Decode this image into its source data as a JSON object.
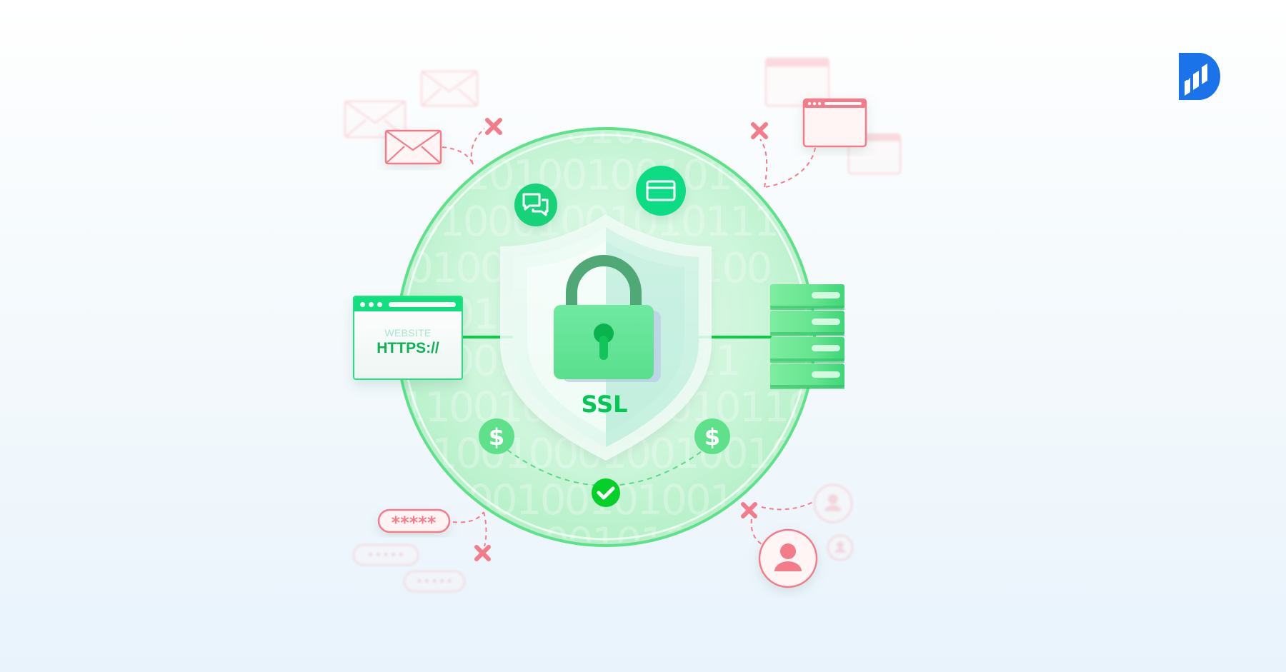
{
  "logo": {
    "icon": "brand-d-bars-logo",
    "color": "#1a73e8"
  },
  "website_card": {
    "caption": "WEBSITE",
    "protocol": "HTTPS://",
    "icon": "browser-window-icon"
  },
  "center": {
    "label": "SSL",
    "icon": "padlock-icon",
    "shield_icon": "shield-icon"
  },
  "badges": {
    "chat": "chat-bubbles-icon",
    "card": "credit-card-icon",
    "dollar_left": "$",
    "dollar_right": "$",
    "check": "check-icon"
  },
  "server": {
    "icon": "server-rack-icon",
    "units": 4
  },
  "threats": {
    "email": {
      "icon": "envelope-icon",
      "status": "blocked"
    },
    "browser": {
      "icon": "browser-window-icon",
      "status": "blocked"
    },
    "password": {
      "text": "*****",
      "masked_faded": "•••••",
      "status": "blocked"
    },
    "user": {
      "icon": "user-icon",
      "status": "blocked"
    }
  },
  "binary_rows": [
    "0101000",
    "10100100101000",
    "0100010010101110001",
    "010010100111100",
    "1001111001101",
    "10001000101011",
    "11001011001010110",
    "010010001001001010",
    "000100101001000",
    "0010101"
  ],
  "colors": {
    "green_primary": "#00d26a",
    "green_light": "#7eeaa4",
    "circle_fill": "#c9f5d6",
    "circle_stroke": "#5fe08b",
    "threat_red": "#f47c8a",
    "brand_blue": "#1a73e8"
  }
}
